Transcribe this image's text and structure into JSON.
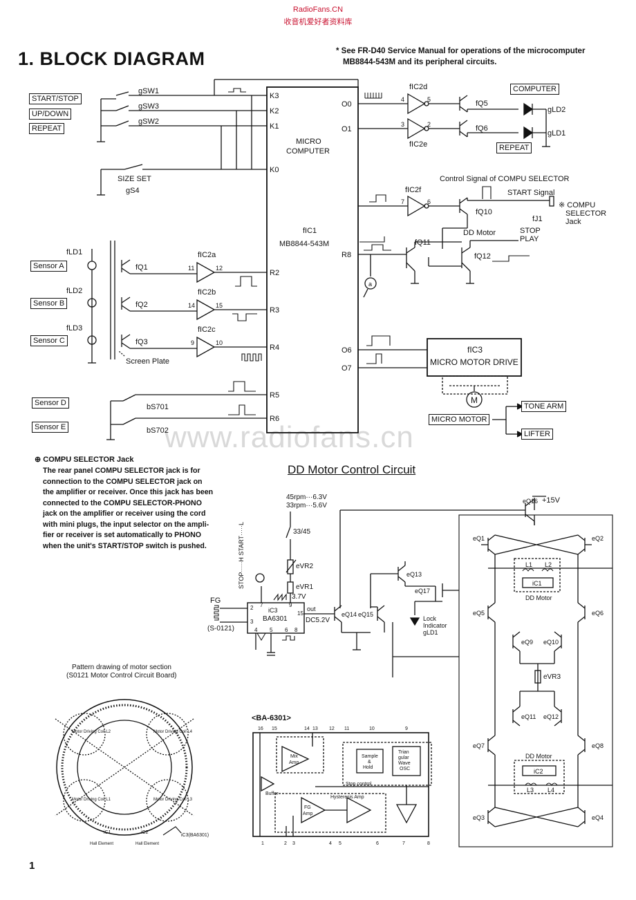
{
  "site_header": {
    "line1": "RadioFans.CN",
    "line2": "收音机爱好者资料库"
  },
  "title": "1. BLOCK DIAGRAM",
  "note": {
    "line1": "* See FR-D40 Service Manual for operations of the microcomputer",
    "line2": "MB8844-543M and its peripheral circuits."
  },
  "block_diagram": {
    "switches": [
      "START/STOP",
      "UP/DOWN",
      "REPEAT"
    ],
    "switch_refs": [
      "gSW1",
      "gSW3",
      "gSW2"
    ],
    "size_set": "SIZE SET",
    "size_set_ref": "gS4",
    "micro_title": [
      "MICRO",
      "COMPUTER"
    ],
    "micro_ic": "fIC1",
    "micro_part": "MB8844-543M",
    "pins_left": [
      "K3",
      "K2",
      "K1",
      "K0",
      "R2",
      "R3",
      "R4",
      "R5",
      "R6"
    ],
    "pins_right": [
      "O0",
      "O1",
      "R8",
      "O6",
      "O7"
    ],
    "sensors": [
      "Sensor A",
      "Sensor B",
      "Sensor C",
      "Sensor D",
      "Sensor E"
    ],
    "sensor_leds": [
      "fLD1",
      "fLD2",
      "fLD3"
    ],
    "sensor_transistors": [
      "fQ1",
      "fQ2",
      "fQ3"
    ],
    "sensor_gates": [
      "fIC2a",
      "fIC2b",
      "fIC2c"
    ],
    "gate_pins": [
      [
        "11",
        "12"
      ],
      [
        "14",
        "15"
      ],
      [
        "9",
        "10"
      ]
    ],
    "screen_plate": "Screen Plate",
    "sensor_switches": [
      "bS701",
      "bS702"
    ],
    "out_gates": [
      "fIC2d",
      "fIC2e",
      "fIC2f"
    ],
    "out_gate_pins": [
      [
        "4",
        "5"
      ],
      [
        "3",
        "2"
      ],
      [
        "7",
        "6"
      ]
    ],
    "out_transistors": [
      "fQ5",
      "fQ6",
      "fQ10",
      "fQ11",
      "fQ12"
    ],
    "indicators": [
      "COMPUTER",
      "REPEAT"
    ],
    "indicator_leds": [
      "gLD2",
      "gLD1"
    ],
    "compu_signal": "Control Signal of COMPU SELECTOR",
    "start_signal": "START Signal",
    "jack_label": [
      "※ COMPU",
      "SELECTOR",
      "Jack"
    ],
    "jack_ref": "fJ1",
    "stop": "STOP",
    "play": "PLAY",
    "dd_motor": "DD Motor",
    "motor_drive_ic": "fIC3",
    "motor_drive": "MICRO MOTOR DRIVE",
    "motor_symbol": "M",
    "micro_motor": "MICRO MOTOR",
    "tone_arm": "TONE ARM",
    "lifter": "LIFTER",
    "test_point": "a"
  },
  "compu_selector": {
    "heading": "⊕ COMPU SELECTOR Jack",
    "lines": [
      "The rear panel COMPU SELECTOR jack is for",
      "connection to the COMPU SELECTOR jack on",
      "the amplifier or receiver. Once this jack has been",
      "connected to the COMPU SELECTOR-PHONO",
      "jack on the amplifier or receiver using the cord",
      "with mini plugs, the input selector on the ampli-",
      "fier or receiver is set automatically to PHONO",
      "when the unit's START/STOP switch is pushed."
    ]
  },
  "dd_circuit": {
    "title": "DD Motor Control Circuit",
    "supply": "+15V",
    "speed_45": "45rpm···6.3V",
    "speed_33": "33rpm···5.6V",
    "switch_33_45": "33/45",
    "pots": [
      "eVR2",
      "eVR1",
      "eVR3"
    ],
    "ic_ref": "iC3",
    "ic_part": "BA6301",
    "ic_pins": [
      "2",
      "3",
      "7",
      "9",
      "15",
      "4",
      "5",
      "6",
      "8"
    ],
    "vr_voltage": "3.7V",
    "out_label": "out",
    "out_voltage": "DC5.2V",
    "fg": "FG",
    "board": "(S-0121)",
    "stop_start": "STOP·····H  START·····L",
    "transistors": [
      "eQ16",
      "eQ13",
      "eQ17",
      "eQ14",
      "eQ15",
      "eQ1",
      "eQ2",
      "eQ5",
      "eQ6",
      "eQ9",
      "eQ10",
      "eQ11",
      "eQ12",
      "eQ7",
      "eQ8",
      "eQ3",
      "eQ4"
    ],
    "lock": [
      "Lock",
      "Indicator",
      "gLD1"
    ],
    "coils_top": [
      "L1",
      "L2"
    ],
    "coils_bottom": [
      "L3",
      "L4"
    ],
    "ic_top": "iC1",
    "ic_bottom": "iC2",
    "dd_motor": "DD Motor"
  },
  "pattern": {
    "title1": "Pattern drawing of motor section",
    "title2": "(S0121 Motor Control Circuit Board)",
    "coils": [
      "Motor Driving Coil L2",
      "Motor Driving Coil L4",
      "Motor Driving Coil L1",
      "Motor Driving Coil L3"
    ],
    "hall": [
      "Hall Element",
      "Hall Element"
    ],
    "ic_labels": [
      "iC1",
      "iC2",
      "iC3(BA6301)"
    ]
  },
  "ba6301": {
    "title": "<BA-6301>",
    "top_pins": [
      "16",
      "15",
      "14",
      "13",
      "12",
      "11",
      "10",
      "9"
    ],
    "bottom_pins": [
      "1",
      "2",
      "3",
      "4",
      "5",
      "6",
      "7",
      "8"
    ],
    "mix_amp": [
      "Mix",
      "Amp"
    ],
    "buffer": "Buffer",
    "sample_hold": [
      "Sample",
      "&",
      "Hold"
    ],
    "triangular": [
      "Trian",
      "gular",
      "Wave",
      "OSC"
    ],
    "stop_control": "Stop control",
    "hysteresis": "Hysteresis Amp",
    "fg_amp": [
      "FG",
      "Amp"
    ]
  },
  "watermark": "www.radiofans.cn",
  "page_number": "1"
}
